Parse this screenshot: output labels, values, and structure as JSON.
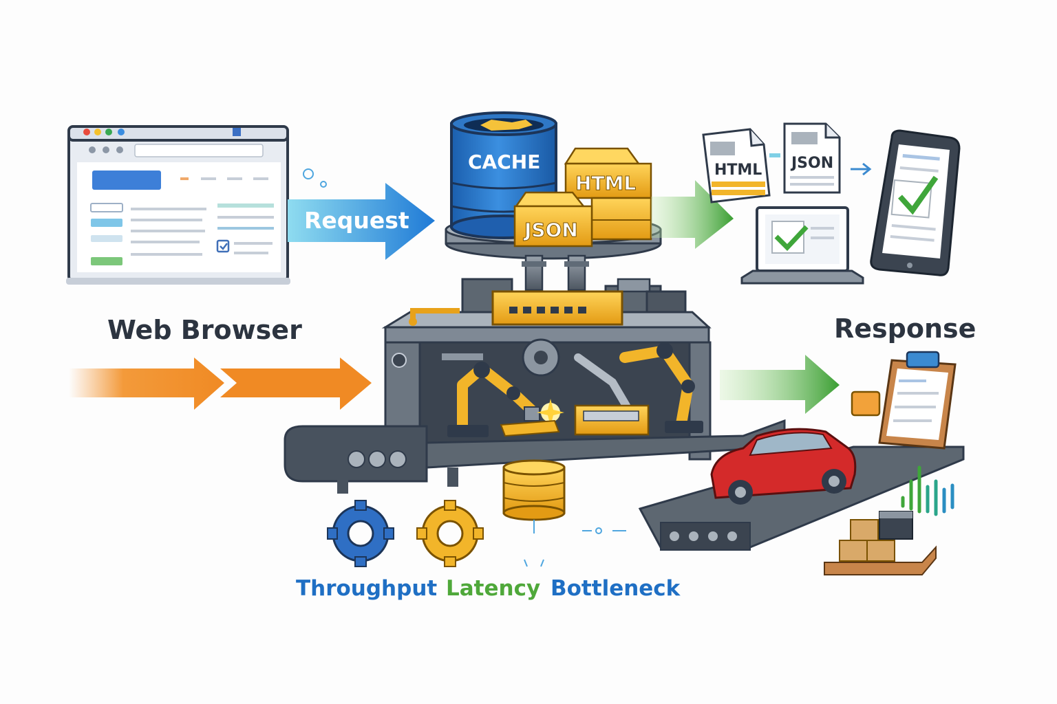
{
  "labels": {
    "web_browser": "Web Browser",
    "request": "Request",
    "response": "Response",
    "cache": "CACHE",
    "html_block": "HTML",
    "json_block": "JSON",
    "html_doc": "HTML",
    "json_doc": "JSON"
  },
  "legend": {
    "throughput": "Throughput",
    "latency": "Latency",
    "bottleneck": "Bottleneck"
  },
  "colors": {
    "request_arrow": "#2a8ee0",
    "response_arrow": "#3fa63a",
    "input_arrow": "#f08a24",
    "throughput": "#1f6fc4",
    "latency": "#4fa83a",
    "bottleneck": "#1f6fc4",
    "cache_barrel": "#2f7fd0",
    "gold": "#f2b52a",
    "car": "#d42a2a"
  },
  "icons": {
    "browser": "browser-window-icon",
    "checkmark": "checkmark-icon",
    "gear": "gear-icon",
    "car": "car-icon",
    "clipboard": "clipboard-icon",
    "phone": "smartphone-icon",
    "laptop": "laptop-icon",
    "boxes": "boxes-icon"
  }
}
